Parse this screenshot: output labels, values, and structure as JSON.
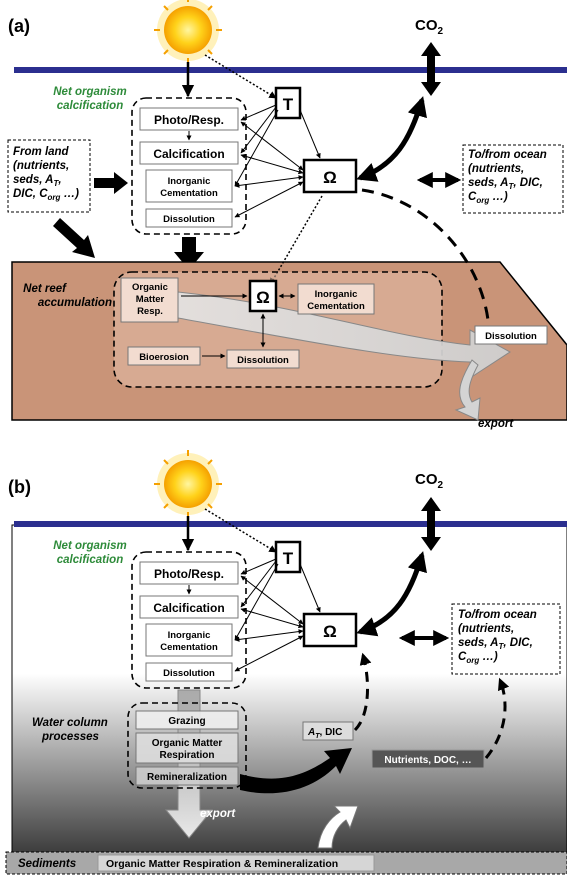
{
  "panel_a": {
    "label": "(a)",
    "co2": "CO",
    "co2_sub": "2",
    "t_box": "T",
    "omega": "Ω",
    "net_calc_1": "Net organism",
    "net_calc_2": "calcification",
    "organism_boxes": [
      "Photo/Resp.",
      "Calcification",
      "Inorganic",
      "Cementation",
      "Dissolution"
    ],
    "from_land": [
      "From land",
      "(nutrients,",
      "seds, A",
      "T",
      ",",
      "DIC, C",
      "org",
      " …)"
    ],
    "to_ocean": [
      "To/from ocean",
      "(nutrients,",
      "seds, A",
      "T",
      ", DIC,",
      "C",
      "org",
      " …)"
    ],
    "reef_label_1": "Net reef",
    "reef_label_2": "accumulation",
    "reef_boxes": [
      "Organic",
      "Matter",
      "Resp.",
      "Inorganic",
      "Cementation",
      "Bioerosion",
      "Dissolution"
    ],
    "dissolution_right": "Dissolution",
    "export": "export"
  },
  "panel_b": {
    "label": "(b)",
    "co2": "CO",
    "co2_sub": "2",
    "t_box": "T",
    "omega": "Ω",
    "net_calc_1": "Net organism",
    "net_calc_2": "calcification",
    "organism_boxes": [
      "Photo/Resp.",
      "Calcification",
      "Inorganic",
      "Cementation",
      "Dissolution"
    ],
    "to_ocean": [
      "To/from ocean",
      "(nutrients,",
      "seds, A",
      "T",
      ", DIC,",
      "C",
      "org",
      " …)"
    ],
    "water_label_1": "Water column",
    "water_label_2": "processes",
    "water_boxes": [
      "Grazing",
      "Organic Matter",
      "Respiration",
      "Remineralization"
    ],
    "at_dic": [
      "A",
      "T",
      ", DIC"
    ],
    "nutrients_doc": "Nutrients, DOC, …",
    "export": "export",
    "sediments": "Sediments",
    "sediments_text": "Organic Matter Respiration & Remineralization"
  },
  "colors": {
    "surface_line": "#2b2f8f",
    "reef_fill": "#c99478",
    "green_label": "#2e8b3a",
    "water_gradient_end": "#3a3a3a",
    "sediment_fill": "#a8a8a8"
  },
  "icons": [
    "sun-icon",
    "double-arrow-icon"
  ]
}
